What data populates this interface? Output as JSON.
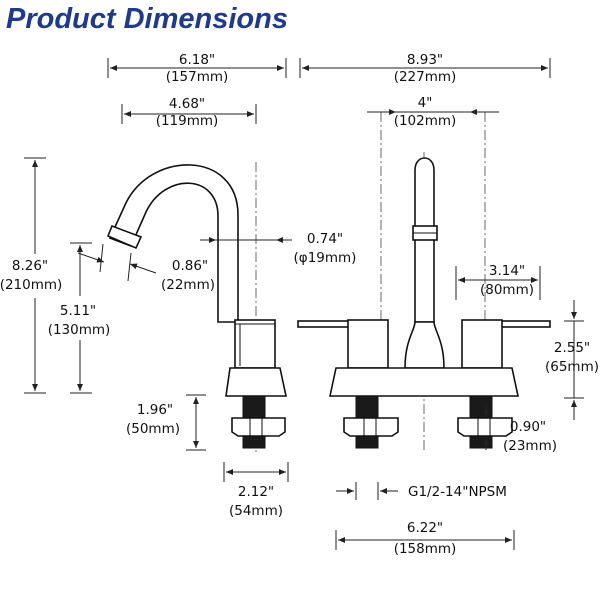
{
  "title": "Product Dimensions",
  "dimensions": {
    "overall_depth": {
      "in": "6.18\"",
      "mm": "(157mm)"
    },
    "overall_width": {
      "in": "8.93\"",
      "mm": "(227mm)"
    },
    "spout_reach": {
      "in": "4.68\"",
      "mm": "(119mm)"
    },
    "center_spacing": {
      "in": "4\"",
      "mm": "(102mm)"
    },
    "total_height": {
      "in": "8.26\"",
      "mm": "(210mm)"
    },
    "spout_height": {
      "in": "5.11\"",
      "mm": "(130mm)"
    },
    "outlet_diameter": {
      "in": "0.86\"",
      "mm": "(22mm)"
    },
    "spout_diameter": {
      "in": "0.74\"",
      "mm": "(φ19mm)"
    },
    "handle_length": {
      "in": "3.14\"",
      "mm": "(80mm)"
    },
    "handle_height": {
      "in": "2.55\"",
      "mm": "(65mm)"
    },
    "shank_length": {
      "in": "1.96\"",
      "mm": "(50mm)"
    },
    "shank_nut": {
      "in": "0.90\"",
      "mm": "(23mm)"
    },
    "base_width": {
      "in": "2.12\"",
      "mm": "(54mm)"
    },
    "thread": {
      "in": "G1/2-14\"NPSM"
    },
    "base_length": {
      "in": "6.22\"",
      "mm": "(158mm)"
    }
  },
  "colors": {
    "title": "#1f3a8a",
    "line": "#222222"
  }
}
